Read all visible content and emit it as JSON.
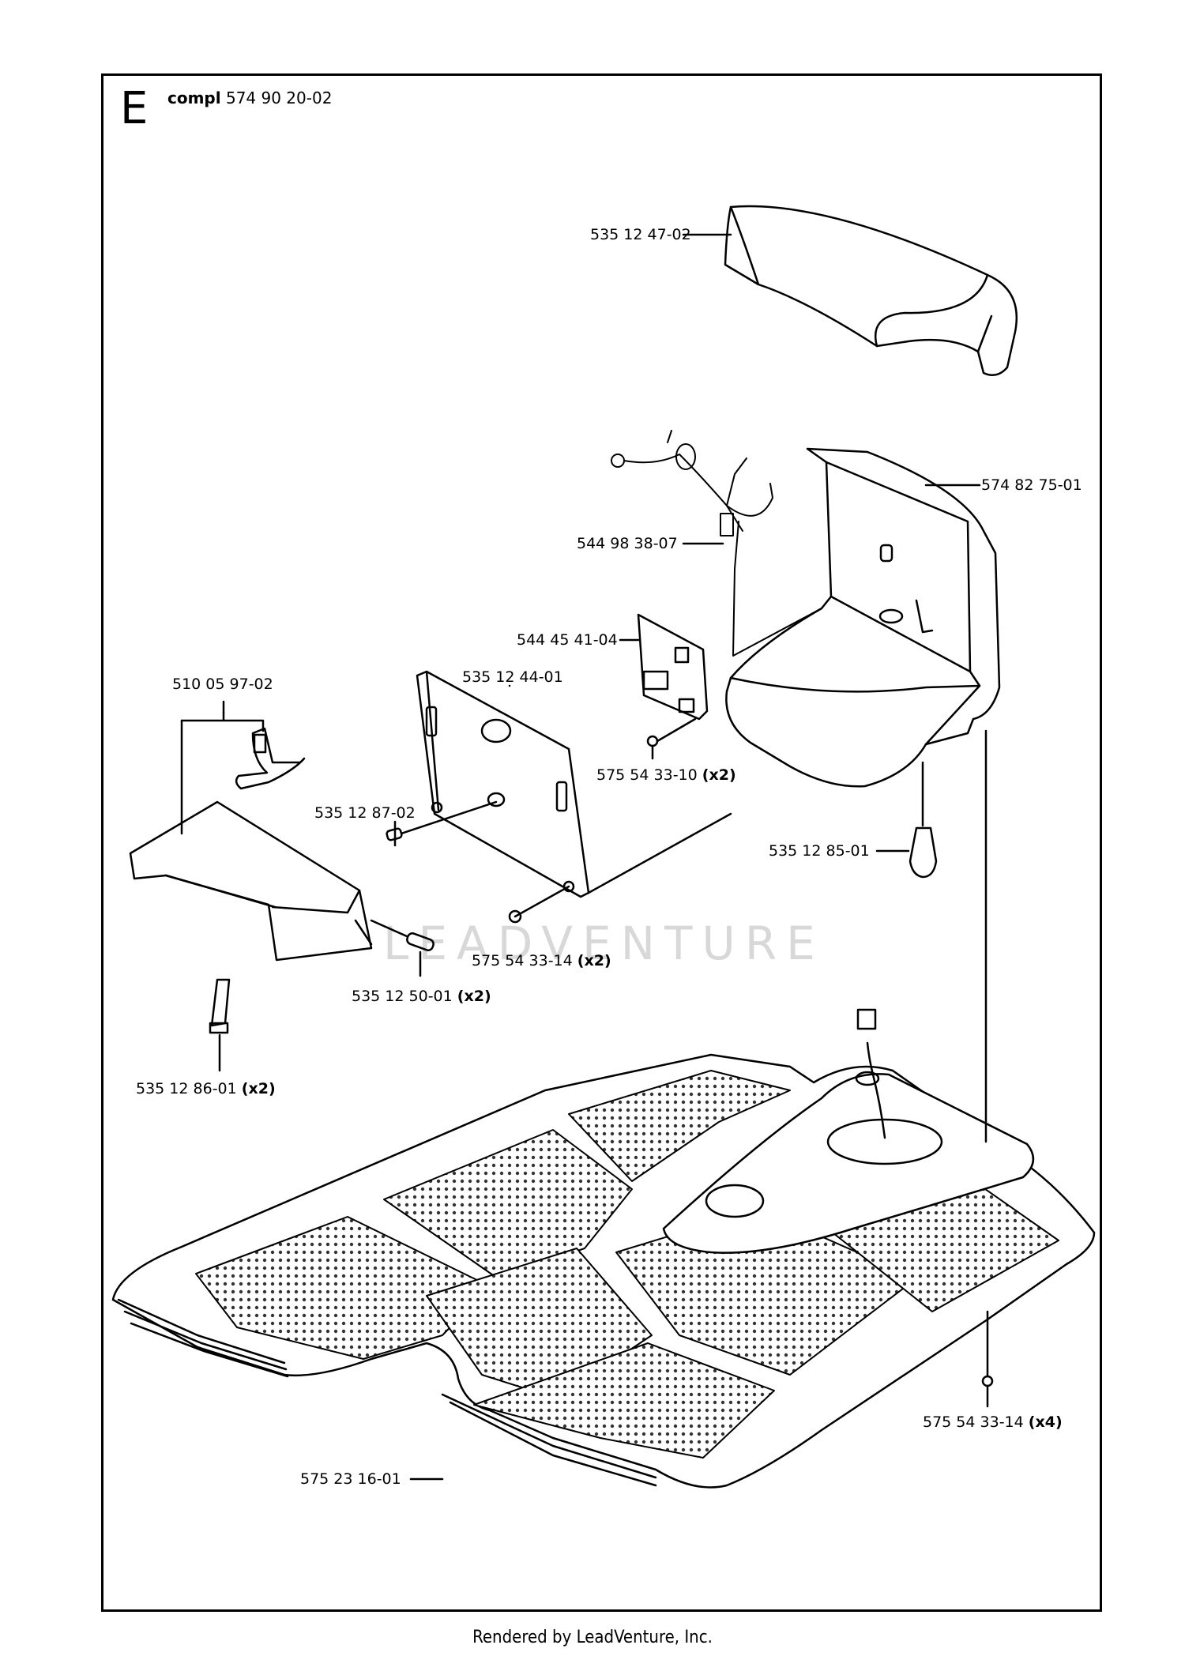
{
  "section": {
    "letter": "E",
    "assembly_prefix": "compl",
    "assembly_number": "574 90 20-02"
  },
  "parts": [
    {
      "id": "cover",
      "number": "535 12 47-02",
      "qty": ""
    },
    {
      "id": "housing",
      "number": "574 82 75-01",
      "qty": ""
    },
    {
      "id": "wire-harness",
      "number": "544 98 38-07",
      "qty": ""
    },
    {
      "id": "circuit-board",
      "number": "544 45 41-04",
      "qty": ""
    },
    {
      "id": "plate",
      "number": "535 12 44-01",
      "qty": ""
    },
    {
      "id": "bracket",
      "number": "510 05 97-02",
      "qty": ""
    },
    {
      "id": "pin",
      "number": "535 12 87-02",
      "qty": ""
    },
    {
      "id": "screw-small",
      "number": "575 54 33-10",
      "qty": "(x2)"
    },
    {
      "id": "connector",
      "number": "535 12 85-01",
      "qty": ""
    },
    {
      "id": "screw-plate",
      "number": "575 54 33-14",
      "qty": "(x2)"
    },
    {
      "id": "guide-pin",
      "number": "535 12 50-01",
      "qty": "(x2)"
    },
    {
      "id": "clip",
      "number": "535 12 86-01",
      "qty": "(x2)"
    },
    {
      "id": "screw-base",
      "number": "575 54 33-14",
      "qty": "(x4)"
    },
    {
      "id": "base-plate",
      "number": "575 23 16-01",
      "qty": ""
    }
  ],
  "watermark": "LEADVENTURE",
  "footer": "Rendered by LeadVenture, Inc."
}
